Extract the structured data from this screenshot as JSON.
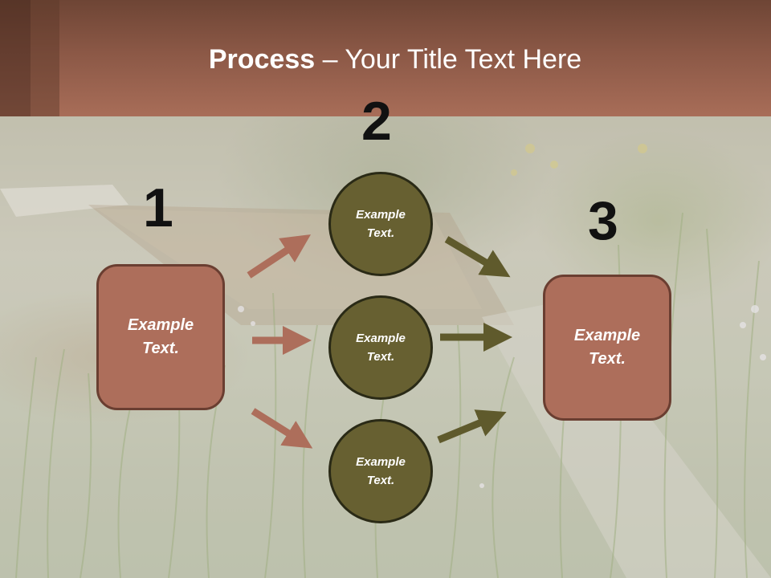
{
  "title": {
    "bold": "Process",
    "rest": " – Your Title Text Here"
  },
  "steps": {
    "one": "1",
    "two": "2",
    "three": "3"
  },
  "left_box": {
    "label": "Example\nText."
  },
  "right_box": {
    "label": "Example\nText."
  },
  "circles": [
    {
      "label": "Example\nText."
    },
    {
      "label": "Example\nText."
    },
    {
      "label": "Example\nText."
    }
  ],
  "colors": {
    "box_fill": "#ad6e5b",
    "circle_fill": "#676031",
    "left_arrow": "#ad6e5b",
    "right_arrow": "#5f5a2c",
    "header": "#a86d58"
  }
}
